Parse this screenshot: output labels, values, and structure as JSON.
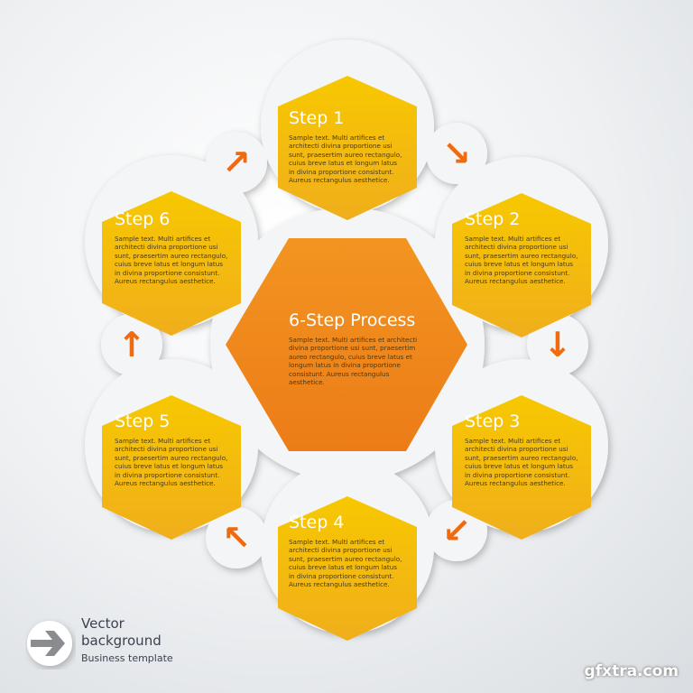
{
  "center": {
    "title": "6-Step Process",
    "body": "Sample text. Multi artifices et architecti divina proportione usi sunt, praesertim aureo rectangulo, cuius breve latus et longum latus in divina proportione consistunt. Aureus rectangulus aesthetice."
  },
  "steps": [
    {
      "title": "Step 1",
      "body": "Sample text. Multi artifices et architecti divina proportione usi sunt, praesertim aureo rectangulo, cuius breve latus et longum latus in divina proportione consistunt. Aureus rectangulus aesthetice."
    },
    {
      "title": "Step 2",
      "body": "Sample text. Multi artifices et architecti divina proportione usi sunt, praesertim aureo rectangulo, cuius breve latus et longum latus in divina proportione consistunt. Aureus rectangulus aesthetice."
    },
    {
      "title": "Step 3",
      "body": "Sample text. Multi artifices et architecti divina proportione usi sunt, praesertim aureo rectangulo, cuius breve latus et longum latus in divina proportione consistunt. Aureus rectangulus aesthetice."
    },
    {
      "title": "Step 4",
      "body": "Sample text. Multi artifices et architecti divina proportione usi sunt, praesertim aureo rectangulo, cuius breve latus et longum latus in divina proportione consistunt. Aureus rectangulus aesthetice."
    },
    {
      "title": "Step 5",
      "body": "Sample text. Multi artifices et architecti divina proportione usi sunt, praesertim aureo rectangulo, cuius breve latus et longum latus in divina proportione consistunt. Aureus rectangulus aesthetice."
    },
    {
      "title": "Step 6",
      "body": "Sample text. Multi artifices et architecti divina proportione usi sunt, praesertim aureo rectangulo, cuius breve latus et longum latus in divina proportione consistunt. Aureus rectangulus aesthetice."
    }
  ],
  "arrows": {
    "a1": "↗",
    "a2": "↘",
    "a3": "↓",
    "a4": "↙",
    "a5": "↖",
    "a6": "↑"
  },
  "brand": {
    "line1": "Vector",
    "line2": "background",
    "line3": "Business template"
  },
  "watermark": "gfxtra.com",
  "colors": {
    "step": "#f5c000",
    "center": "#f08a1c",
    "arrow": "#f06a10"
  }
}
